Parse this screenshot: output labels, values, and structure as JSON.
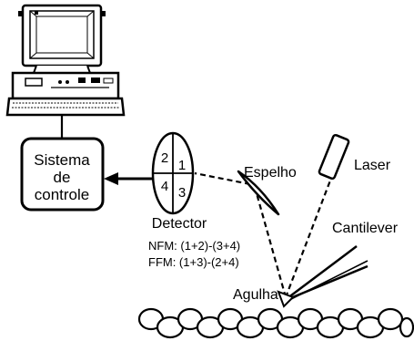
{
  "labels": {
    "control_system": [
      "Sistema",
      "de",
      "controle"
    ],
    "detector": "Detector",
    "quadrants": [
      "2",
      "1",
      "4",
      "3"
    ],
    "mirror": "Espelho",
    "laser": "Laser",
    "cantilever": "Cantilever",
    "tip": "Agulha"
  },
  "formulas": {
    "nfm": "NFM: (1+2)-(3+4)",
    "ffm": "FFM: (1+3)-(2+4)"
  },
  "colors": {
    "stroke": "#000000",
    "background": "#ffffff"
  }
}
